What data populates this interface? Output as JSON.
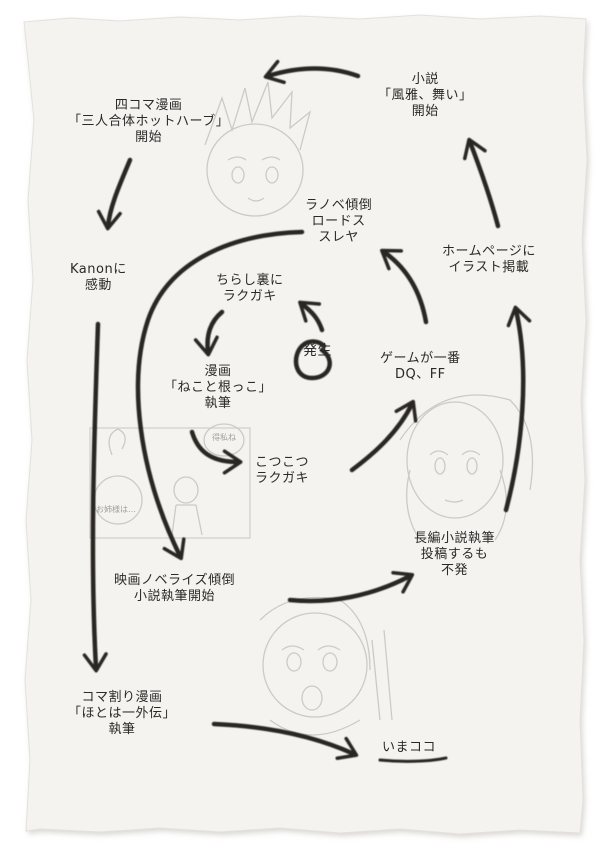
{
  "diagram": {
    "nodes": {
      "origin": "発生",
      "flyer_doodle": "ちらし裏に\nラクガキ",
      "manga_nekoto": "漫画\n「ねこと根っこ」\n執筆",
      "kotsukotsu": "こつこつ\nラクガキ",
      "movie_novelize": "映画ノベライズ傾倒\n小説執筆開始",
      "long_novel": "長編小説執筆\n投稿するも\n不発",
      "game": "ゲームが一番\nDQ、FF",
      "light_novel": "ラノベ傾倒\nロードス\nスレヤ",
      "homepage": "ホームページに\nイラスト掲載",
      "novel_fuuga": "小説\n「風雅、舞い」\n開始",
      "yonkoma": "四コマ漫画\n「三人合体ホットハーブ」\n開始",
      "kanon": "Kanonに\n感動",
      "koma_manga": "コマ割り漫画\n「ほとは一外伝」\n執筆",
      "now_here": "いまココ"
    },
    "inset_texts": {
      "bubble_a": "得私ね",
      "bubble_b": "お姉様は…"
    },
    "colors": {
      "paper": "#f4f3ef",
      "ink": "#2a2622",
      "sketch": "#b9b9b9"
    }
  }
}
